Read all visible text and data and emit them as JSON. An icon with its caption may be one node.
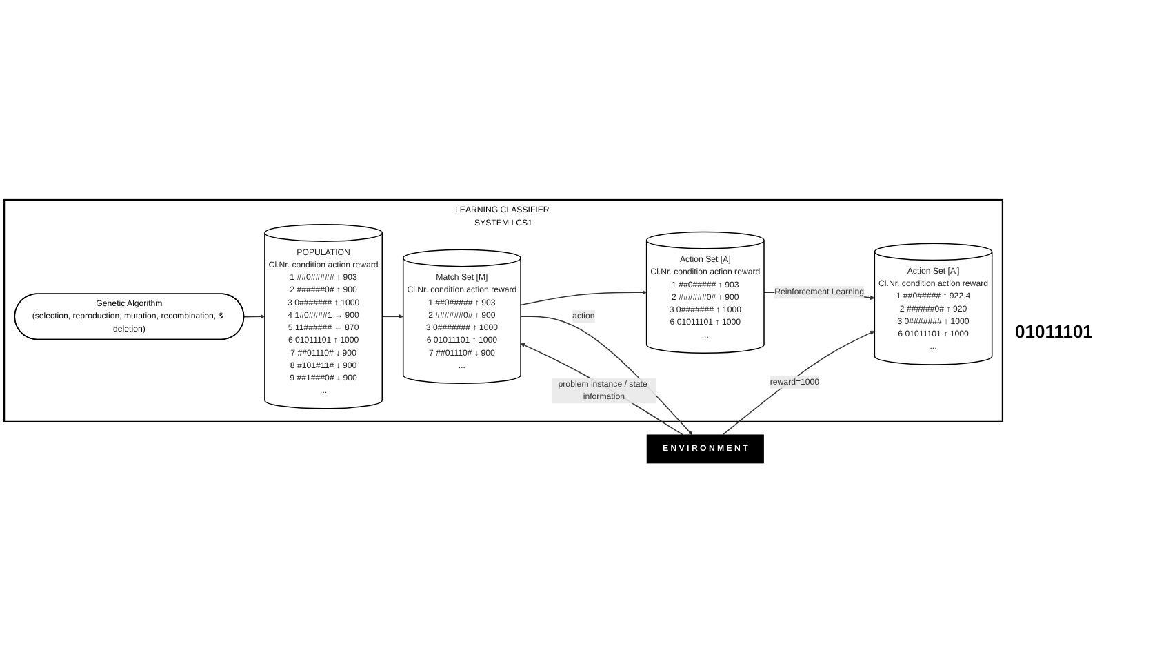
{
  "diagram": {
    "nodes": [
      {
        "text": [
          "LEARNING CLASSIFIER SYSTEM LCS1"
        ]
      },
      {
        "text": [
          "POPULATION",
          "Cl.Nr. condition action reward",
          "1 ##0##### ↑ 903",
          "2 ######0# ↑ 900",
          "3 0####### ↑ 1000",
          "4 1#0####1 → 900",
          "5 11###### ← 870",
          "6 01011101 ↑ 1000",
          "7 ##01110# ↓ 900",
          "8 #101#11# ↓ 900",
          "9 ##1###0# ↓ 900",
          "..."
        ],
        "in": 0
      },
      {
        "text": [
          "Match Set [M]",
          "Cl.Nr. condition action reward",
          "1 ##0##### ↑ 903",
          "2 ######0# ↑ 900",
          "3 0####### ↑ 1000",
          "6 01011101 ↑ 1000",
          "7 ##01110# ↓ 900",
          "..."
        ],
        "in": 0
      },
      {
        "text": [
          "Action Set [A]",
          "Cl.Nr. condition action reward",
          "1 ##0##### ↑ 903",
          "2 ######0# ↑ 900",
          "3 0####### ↑ 1000",
          "6 01011101 ↑ 1000",
          "..."
        ],
        "in": 0
      },
      {
        "text": [
          "Action Set [A’]",
          "Cl.Nr. condition action reward",
          "1 ##0##### ↑ 922.4",
          "2 ######0# ↑ 920",
          "3 0####### ↑ 1000",
          "6 01011101 ↑ 1000",
          "..."
        ],
        "in": 0
      },
      {
        "text": [
          "Genetic Algorithm",
          "(selection, reproduction, mutation, recombination, & deletion)"
        ],
        "in": 0
      },
      {
        "text": [
          "E N V I R O N M E N T"
        ]
      }
    ],
    "edges": [
      {
        "from": 1,
        "to": 2,
        "arrow": "to"
      },
      {
        "from": 6,
        "to": 2,
        "arrow": "to",
        "label": "problem instance / state information"
      },
      {
        "from": 2,
        "to": 3,
        "arrow": "to"
      },
      {
        "from": 2,
        "to": 6,
        "arrow": "to",
        "label": "action"
      },
      {
        "from": 3,
        "to": 4,
        "arrow": "to",
        "label": "Reinforcement Learning"
      },
      {
        "from": 6,
        "to": 4,
        "arrow": "to",
        "label": "reward=1000"
      },
      {
        "from": 5,
        "to": 1,
        "arrow": "to"
      }
    ],
    "labels": [
      "01011101"
    ]
  }
}
